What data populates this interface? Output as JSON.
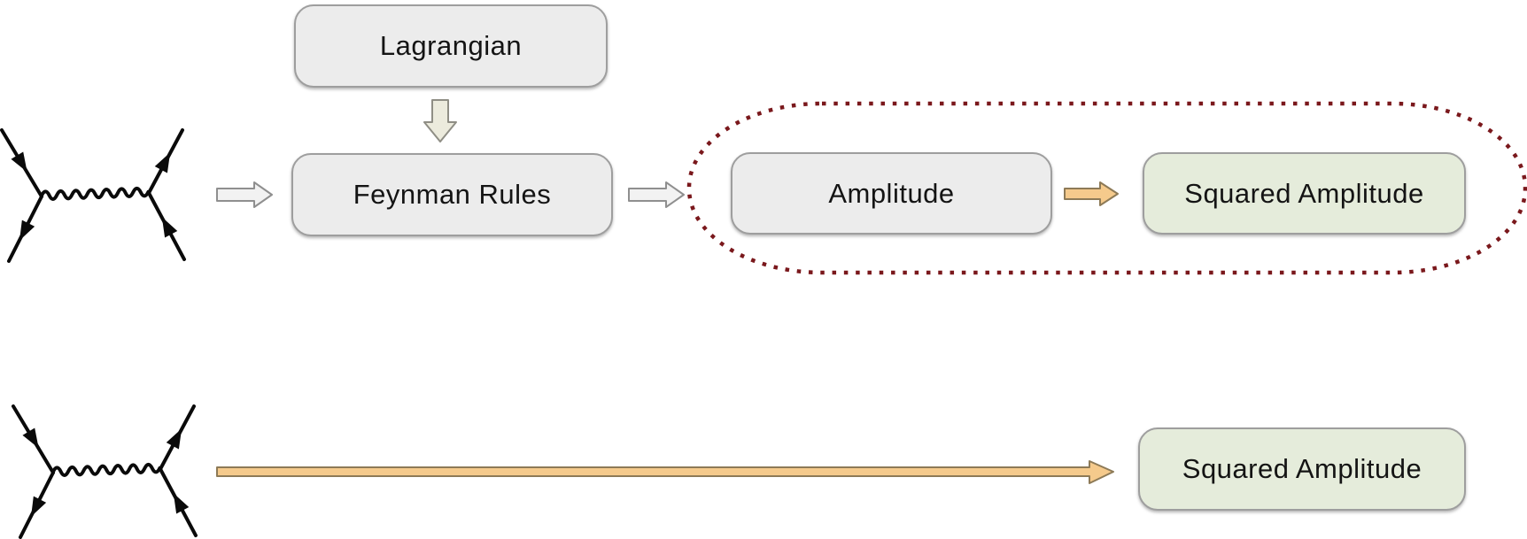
{
  "boxes": [
    {
      "id": "lagrangian",
      "label": "Lagrangian",
      "fill": "gray"
    },
    {
      "id": "feynman-rules",
      "label": "Feynman Rules",
      "fill": "gray"
    },
    {
      "id": "amplitude",
      "label": "Amplitude",
      "fill": "gray"
    },
    {
      "id": "squared-amplitude-top",
      "label": "Squared Amplitude",
      "fill": "green"
    },
    {
      "id": "squared-amplitude-bottom",
      "label": "Squared Amplitude",
      "fill": "green"
    }
  ],
  "icons": {
    "feynman_diagram_top": "feynman-diagram-icon",
    "feynman_diagram_bottom": "feynman-diagram-icon",
    "arrow_right_gray": "block-arrow-right-icon",
    "arrow_down_cream": "block-arrow-down-icon",
    "arrow_right_orange": "block-arrow-right-icon",
    "arrow_long_orange": "long-arrow-right-icon",
    "dotted_outline": "dotted-ellipse-outline"
  },
  "arrows": [
    {
      "from": "feynman-diagram-top",
      "to": "Feynman Rules",
      "style": "gray-block"
    },
    {
      "from": "Lagrangian",
      "to": "Feynman Rules",
      "style": "cream-block-down"
    },
    {
      "from": "Feynman Rules",
      "to": "Amplitude",
      "style": "gray-block"
    },
    {
      "from": "Amplitude",
      "to": "Squared Amplitude",
      "style": "orange-block"
    },
    {
      "from": "feynman-diagram-bottom",
      "to": "Squared Amplitude",
      "style": "orange-long"
    }
  ],
  "annotations": [
    {
      "type": "dotted-outline",
      "encloses": [
        "Amplitude",
        "Squared Amplitude"
      ],
      "color": "#7a181c"
    }
  ],
  "colors": {
    "box_gray": "#ececec",
    "box_green": "#e5ecdb",
    "box_border": "#9e9e9e",
    "arrow_gray_fill": "#f2f2f2",
    "arrow_cream_fill": "#ecebdd",
    "arrow_orange_fill": "#f5ca8c",
    "arrow_orange_border": "#8d7a57",
    "dotted_outline": "#7a181c",
    "feynman_line": "#0a0a0a",
    "text": "#141414",
    "background": "#ffffff"
  }
}
